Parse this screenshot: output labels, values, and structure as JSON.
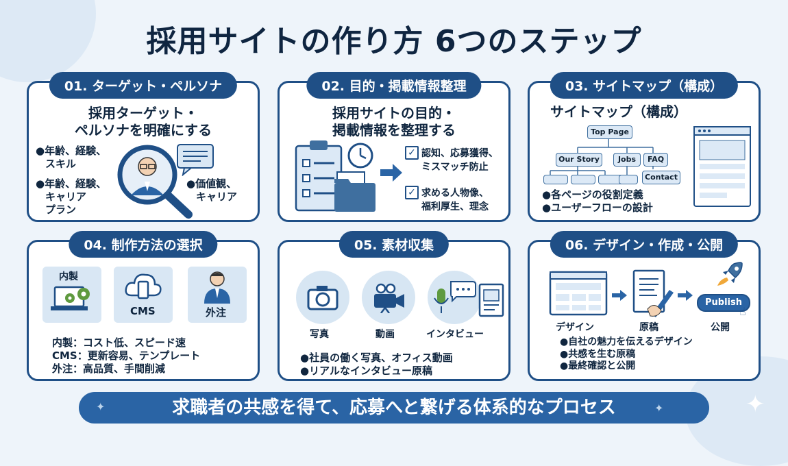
{
  "title": "採用サイトの作り方 6つのステップ",
  "steps": [
    {
      "pill": "01. ターゲット・ペルソナ",
      "heading_line1": "採用ターゲット・",
      "heading_line2": "ペルソナを明確にする",
      "bullet1_line1": "●年齢、経験、",
      "bullet1_line2": "スキル",
      "bullet2_line1": "●年齢、経験、",
      "bullet2_line2": "キャリア",
      "bullet2_line3": "プラン",
      "bullet3_line1": "●価値観、",
      "bullet3_line2": "キャリア"
    },
    {
      "pill": "02. 目的・掲載情報整理",
      "heading_line1": "採用サイトの目的・",
      "heading_line2": "掲載情報を整理する",
      "check1_line1": "認知、応募獲得、",
      "check1_line2": "ミスマッチ防止",
      "check2_line1": "求める人物像、",
      "check2_line2": "福利厚生、理念"
    },
    {
      "pill": "03. サイトマップ（構成）",
      "heading": "サイトマップ（構成）",
      "nodes": {
        "top": "Top Page",
        "story": "Our Story",
        "jobs": "Jobs",
        "faq": "FAQ",
        "contact": "Contact"
      },
      "bullet1": "●各ページの役割定義",
      "bullet2": "●ユーザーフローの設計"
    },
    {
      "pill": "04. 制作方法の選択",
      "option1": "内製",
      "option2": "CMS",
      "option3": "外注",
      "line1": "内製：コスト低、スピード速",
      "line2": "CMS：更新容易、テンプレート",
      "line3": "外注：高品質、手間削減"
    },
    {
      "pill": "05. 素材収集",
      "item1": "写真",
      "item2": "動画",
      "item3": "インタビュー",
      "bullet1": "●社員の働く写真、オフィス動画",
      "bullet2": "●リアルなインタビュー原稿"
    },
    {
      "pill": "06. デザイン・作成・公開",
      "stage1": "デザイン",
      "stage2": "原稿",
      "stage3": "公開",
      "publish_button": "Publish",
      "bullet1": "●自社の魅力を伝えるデザイン",
      "bullet2": "●共感を生む原稿",
      "bullet3": "●最終確認と公開"
    }
  ],
  "footer": "求職者の共感を得て、応募へと繋げる体系的なプロセス"
}
